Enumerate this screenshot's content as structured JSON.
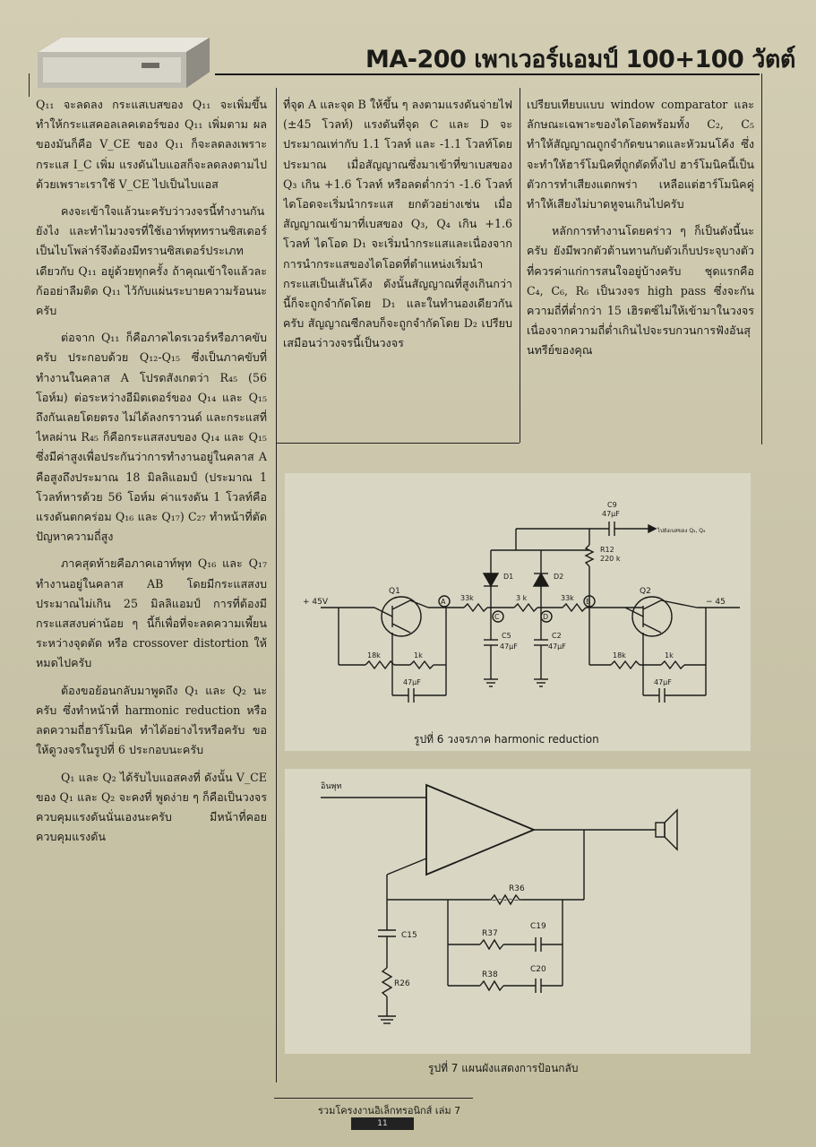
{
  "header": {
    "title": "MA-200 เพาเวอร์แอมป์ 100+100 วัตต์"
  },
  "column1": [
    "Q₁₁ จะลดลง กระแสเบสของ Q₁₁ จะเพิ่มขึ้นทำให้กระแสคอลเลคเตอร์ของ Q₁₁ เพิ่มตาม ผลของมันก็คือ V_CE ของ Q₁₁ ก็จะลดลงเพราะกระแส I_C เพิ่ม แรงดันไบแอสก็จะลดลงตามไปด้วยเพราะเราใช้ V_CE ไปเป็นไบแอส",
    "คงจะเข้าใจแล้วนะครับว่าวงจรนี้ทำงานกันยังไง และทำไมวงจรที่ใช้เอาท์พุททรานซิสเตอร์เป็นไบโพล่าร์จึงต้องมีทรานซิสเตอร์ประเภทเดียวกับ Q₁₁ อยู่ด้วยทุกครั้ง ถ้าคุณเข้าใจแล้วละก้ออย่าลืมติด Q₁₁ ไว้กับแผ่นระบายความร้อนนะครับ",
    "ต่อจาก Q₁₁ ก็คือภาคไดรเวอร์หรือภาคขับครับ ประกอบด้วย Q₁₂-Q₁₅ ซึ่งเป็นภาคขับที่ทำงานในคลาส A โปรดสังเกตว่า R₄₅ (56 โอห์ม) ต่อระหว่างอีมิตเตอร์ของ Q₁₄ และ Q₁₅ ถึงกันเลยโดยตรง ไม่ได้ลงกราวนด์ และกระแสที่ไหลผ่าน R₄₅ ก็คือกระแสสงบของ Q₁₄ และ Q₁₅ ซึ่งมีค่าสูงเพื่อประกันว่าการทำงานอยู่ในคลาส A คือสูงถึงประมาณ 18 มิลลิแอมป์ (ประมาณ 1 โวลท์หารด้วย 56 โอห์ม ค่าแรงดัน 1 โวลท์คือแรงดันตกคร่อม Q₁₆ และ Q₁₇) C₂₇ ทำหน้าที่ตัดปัญหาความถี่สูง",
    "ภาคสุดท้ายคือภาคเอาท์พุท Q₁₆ และ Q₁₇ ทำงานอยู่ในคลาส AB โดยมีกระแสสงบประมาณไม่เกิน 25 มิลลิแอมป์ การที่ต้องมีกระแสสงบค่าน้อย ๆ นี้ก็เพื่อที่จะลดความเพี้ยนระหว่างจุดตัด หรือ crossover distortion ให้หมดไปครับ",
    "ต้องขอย้อนกลับมาพูดถึง Q₁ และ Q₂ นะครับ ซึ่งทำหน้าที่ harmonic reduction หรือลดความถี่ฮาร์โมนิค ทำได้อย่างไรหรือครับ ขอให้ดูวงจรในรูปที่ 6 ประกอบนะครับ",
    "Q₁ และ Q₂ ได้รับไบแอสคงที่ ดังนั้น V_CE ของ Q₁ และ Q₂ จะคงที่ พูดง่าย ๆ ก็คือเป็นวงจรควบคุมแรงดันนั่นเองนะครับ มีหน้าที่คอยควบคุมแรงดัน"
  ],
  "column2": [
    "ที่จุด A และจุด B ให้ขึ้น ๆ ลงตามแรงดันจ่ายไฟ (±45 โวลท์) แรงดันที่จุด C และ D จะประมาณเท่ากับ 1.1 โวลท์ และ -1.1 โวลท์โดยประมาณ เมื่อสัญญาณซึ่งมาเข้าที่ขาเบสของ Q₃ เกิน +1.6 โวลท์ หรือลดต่ำกว่า -1.6 โวลท์ ไดโอดจะเริ่มนำกระแส ยกตัวอย่างเช่น เมื่อสัญญาณเข้ามาที่เบสของ Q₃, Q₄ เกิน +1.6 โวลท์ ไดโอด D₁ จะเริ่มนำกระแสและเนื่องจากการนำกระแสของไดโอดที่ตำแหน่งเริ่มนำกระแสเป็นเส้นโค้ง ดังนั้นสัญญาณที่สูงเกินกว่านี้ก็จะถูกจำกัดโดย D₁ และในทำนองเดียวกันครับ สัญญาณซีกลบก็จะถูกจำกัดโดย D₂ เปรียบเสมือนว่าวงจรนี้เป็นวงจร"
  ],
  "column3": [
    "เปรียบเทียบแบบ window comparator และลักษณะเฉพาะของไดโอดพร้อมทั้ง C₂, C₅ ทำให้สัญญาณถูกจำกัดขนาดและหัวมนโค้ง ซึ่งจะทำให้ฮาร์โมนิคที่ถูกตัดทิ้งไป ฮาร์โมนิคนี้เป็นตัวการทำเสียงแตกพร่า เหลือแต่ฮาร์โมนิคคู่ทำให้เสียงไม่บาดหูจนเกินไปครับ",
    "หลักการทำงานโดยคร่าว ๆ ก็เป็นดังนี้นะครับ ยังมีพวกตัวต้านทานกับตัวเก็บประจุบางตัวที่ควรค่าแก่การสนใจอยู่บ้างครับ ชุดแรกคือ C₄, C₆, R₆ เป็นวงจร high pass ซึ่งจะกันความถี่ที่ต่ำกว่า 15 เฮิรตซ์ไม่ให้เข้ามาในวงจร เนื่องจากความถี่ต่ำเกินไปจะรบกวนการฟังอันสุนทรีย์ของคุณ"
  ],
  "figure6": {
    "caption": "รูปที่ 6 วงจรภาค harmonic reduction",
    "labels": {
      "vplus": "+ 45V",
      "vminus": "− 45",
      "q1": "Q1",
      "q2": "Q2",
      "r18k_a": "18k",
      "r1k_a": "1k",
      "r18k_b": "18k",
      "r1k_b": "1k",
      "r33k_a": "33k",
      "r3k": "3 k",
      "r33k_b": "33k",
      "nodeA": "A",
      "nodeB": "B",
      "nodeC": "C",
      "nodeD": "D",
      "d1": "D1",
      "d2": "D2",
      "c5": "C5",
      "c5v": "47µF",
      "c2": "C2",
      "c2v": "47µF",
      "c47a": "47µF",
      "c47b": "47µF",
      "c9": "C9",
      "c9v": "47µF",
      "r12": "R12",
      "r12v": "220 k",
      "out": "ไปยังเบสของ Q₃, Q₄"
    }
  },
  "figure7": {
    "caption": "รูปที่ 7 แผนผังแสดงการป้อนกลับ",
    "labels": {
      "input": "อินพุท",
      "r36": "R36",
      "r37": "R37",
      "r38": "R38",
      "c19": "C19",
      "c20": "C20",
      "c15": "C15",
      "r26": "R26"
    }
  },
  "footer": {
    "text": "รวมโครงงานอิเล็กทรอนิกส์ เล่ม 7",
    "page": "11"
  }
}
